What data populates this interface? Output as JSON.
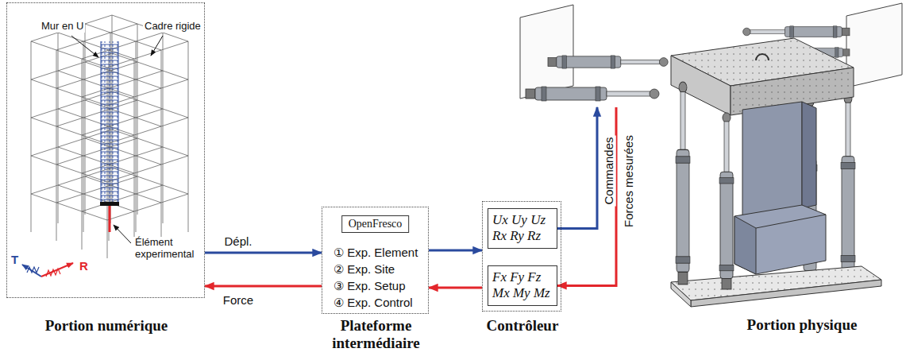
{
  "diagram": {
    "nodes": [
      {
        "text": [
          "Portion numérique"
        ]
      },
      {
        "text": [
          "Plateforme intermédiaire",
          "① Exp. Element",
          "② Exp. Site",
          "③ Exp. Setup",
          "④ Exp. Control"
        ]
      },
      {
        "text": [
          "OpenFresco"
        ],
        "in": 1
      },
      {
        "text": [
          "Contrôleur"
        ]
      },
      {
        "text": [
          "Ux Uy Uz Rx Ry Rz"
        ],
        "in": 3
      },
      {
        "text": [
          "Fx Fy Fz Mx My Mz"
        ],
        "in": 3
      },
      {
        "text": [
          "Portion physique"
        ]
      }
    ],
    "edges": [
      {
        "from": 0,
        "to": 1,
        "label": "Dépl.",
        "arrow": "to"
      },
      {
        "from": 1,
        "to": 3,
        "arrow": "to"
      },
      {
        "from": 4,
        "to": 6,
        "label": "Commandes",
        "arrow": "to"
      },
      {
        "from": 6,
        "to": 5,
        "label": "Forces mesurées",
        "arrow": "to"
      },
      {
        "from": 3,
        "to": 1,
        "arrow": "to"
      },
      {
        "from": 1,
        "to": 0,
        "label": "Force",
        "arrow": "to"
      }
    ],
    "labels": [
      "Mur en U",
      "Cadre rigide",
      "Élément experimental",
      "T",
      "R"
    ]
  }
}
